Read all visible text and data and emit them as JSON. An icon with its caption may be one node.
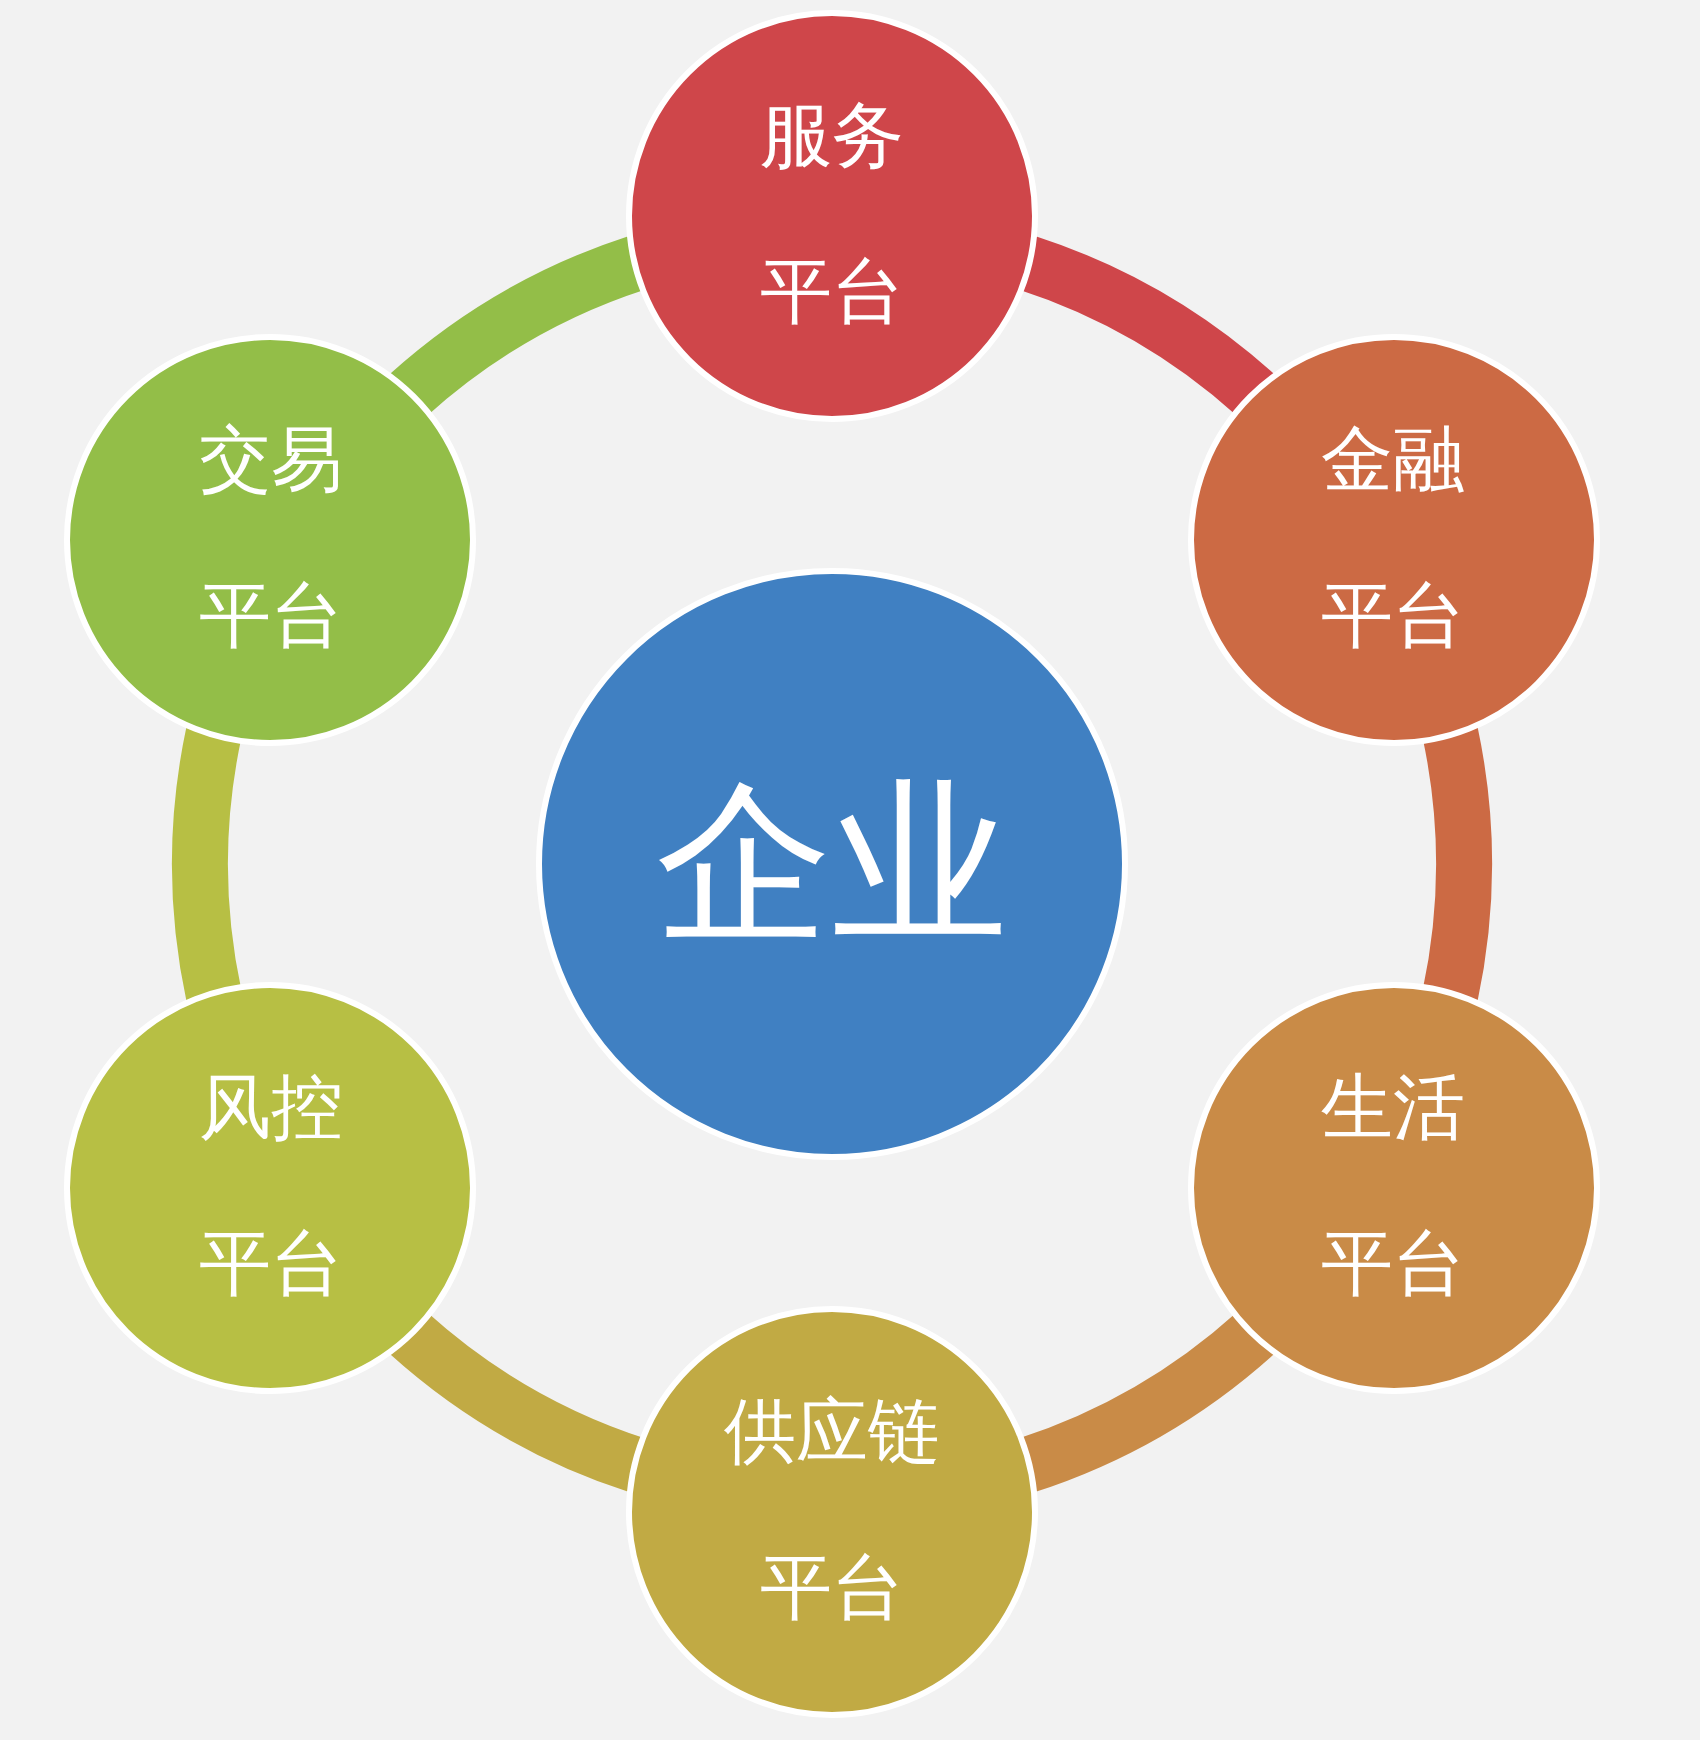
{
  "diagram": {
    "nodes": [
      {
        "text": [
          "企业"
        ]
      },
      {
        "text": [
          "服务平台"
        ]
      },
      {
        "text": [
          "金融平台"
        ]
      },
      {
        "text": [
          "生活平台"
        ]
      },
      {
        "text": [
          "供应链平台"
        ]
      },
      {
        "text": [
          "风控平台"
        ]
      },
      {
        "text": [
          "交易平台"
        ]
      }
    ],
    "edges": [
      {
        "from": 1,
        "to": 2,
        "arrow": "none",
        "color": "#cf464a"
      },
      {
        "from": 2,
        "to": 3,
        "arrow": "none",
        "color": "#cc6a44"
      },
      {
        "from": 3,
        "to": 4,
        "arrow": "none",
        "color": "#c98b47"
      },
      {
        "from": 4,
        "to": 5,
        "arrow": "none",
        "color": "#c1aa44"
      },
      {
        "from": 5,
        "to": 6,
        "arrow": "none",
        "color": "#b7bf44"
      },
      {
        "from": 6,
        "to": 1,
        "arrow": "none",
        "color": "#93be48"
      }
    ]
  }
}
